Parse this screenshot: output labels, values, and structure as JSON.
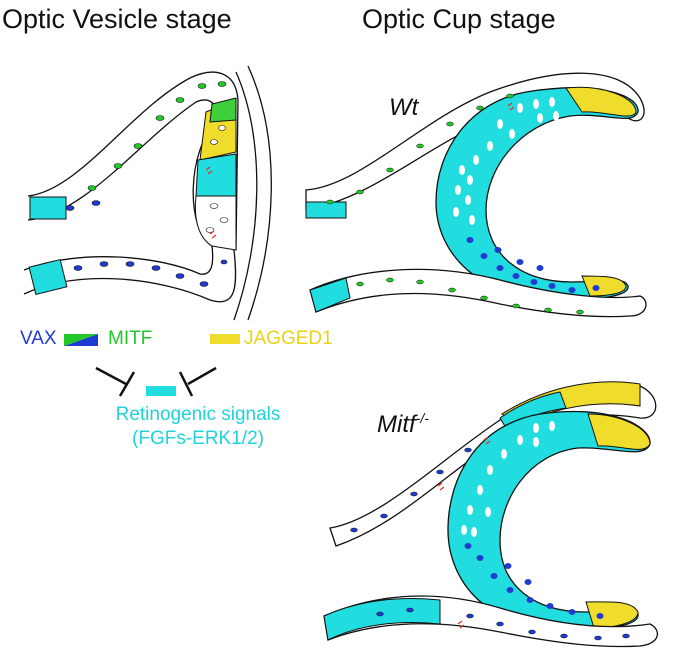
{
  "titles": {
    "optic_vesicle": "Optic Vesicle stage",
    "optic_cup": "Optic Cup stage"
  },
  "panels": {
    "wild_type": "Wt",
    "mutant_base": "Mitf",
    "mutant_superscript": "-/-"
  },
  "legend": {
    "vax": "VAX",
    "mitf": "MITF",
    "jagged1": "JAGGED1",
    "signals_line1": "Retinogenic signals",
    "signals_line2": "(FGFs-ERK1/2)"
  },
  "colors": {
    "vax_blue": "#1f3bd1",
    "mitf_green": "#22c72a",
    "jagged_yellow": "#e9d218",
    "retina_cyan": "#22dde0",
    "ink": "#111111"
  }
}
